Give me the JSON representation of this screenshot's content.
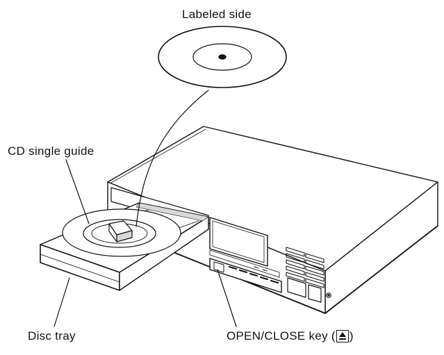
{
  "labels": {
    "labeled_side": "Labeled side",
    "cd_single_guide": "CD single guide",
    "disc_tray": "Disc tray",
    "open_close_prefix": "OPEN/CLOSE key (",
    "open_close_suffix": ")"
  },
  "icons": {
    "open_close_key": "eject-icon"
  },
  "colors": {
    "ink": "#111111",
    "paper": "#ffffff",
    "shade": "#d8d8d8"
  }
}
